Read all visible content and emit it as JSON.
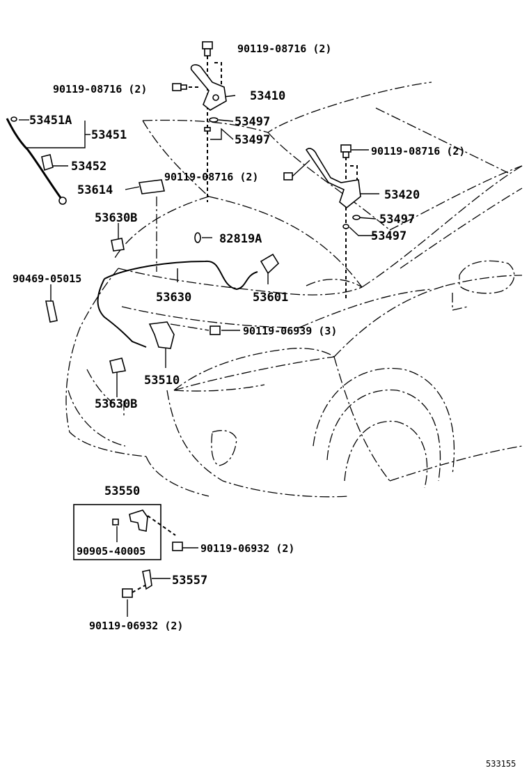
{
  "figure_id": "533155",
  "labels": {
    "bolt_top": "90119-08716 (2)",
    "bolt_left_hinge": "90119-08716 (2)",
    "hinge_left": "53410",
    "cushion_1": "53497",
    "cushion_2": "53497",
    "rod_clip": "53451A",
    "rod": "53451",
    "rod_holder": "53452",
    "bolt_mid": "90119-08716 (2)",
    "bolt_right_top": "90119-08716 (2)",
    "hinge_right": "53420",
    "cushion_3": "53497",
    "cushion_4": "53497",
    "lever_bracket": "53614",
    "clamp_upper": "53630B",
    "seal_plug": "82819A",
    "clip_left": "90469-05015",
    "cable": "53630",
    "lever": "53601",
    "bolt_lock": "90119-06939 (3)",
    "lock": "53510",
    "clamp_lower": "53630B",
    "assy_box_title": "53550",
    "nut_box": "90905-40005",
    "bolt_box": "90119-06932 (2)",
    "bracket": "53557",
    "bolt_bracket": "90119-06932 (2)"
  }
}
